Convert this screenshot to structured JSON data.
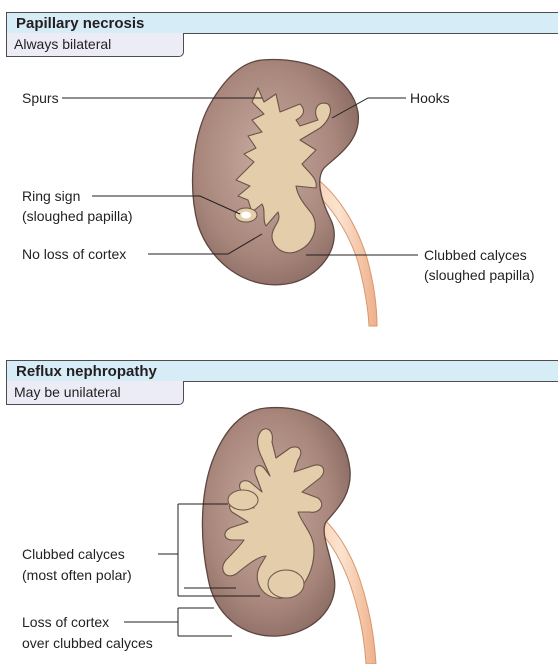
{
  "panels": [
    {
      "title": "Papillary necrosis",
      "subtitle": "Always bilateral",
      "labels": {
        "spurs": "Spurs",
        "hooks": "Hooks",
        "ring_sign_line1": "Ring sign",
        "ring_sign_line2": "(sloughed papilla)",
        "no_loss_cortex": "No loss of cortex",
        "clubbed_line1": "Clubbed calyces",
        "clubbed_line2": "(sloughed papilla)"
      }
    },
    {
      "title": "Reflux nephropathy",
      "subtitle": "May be unilateral",
      "labels": {
        "clubbed_line1": "Clubbed calyces",
        "clubbed_line2": "(most often polar)",
        "loss_cortex_line1": "Loss of cortex",
        "loss_cortex_line2": "over clubbed calyces"
      }
    }
  ],
  "colors": {
    "header_fill": "#d6edf7",
    "subheader_fill": "#ececf6",
    "kidney_cortex": "#a8867c",
    "kidney_edge": "#5e4640",
    "renal_pelvis": "#e4cdaa",
    "ureter": "#f0b590",
    "leader_line": "#231f20"
  }
}
